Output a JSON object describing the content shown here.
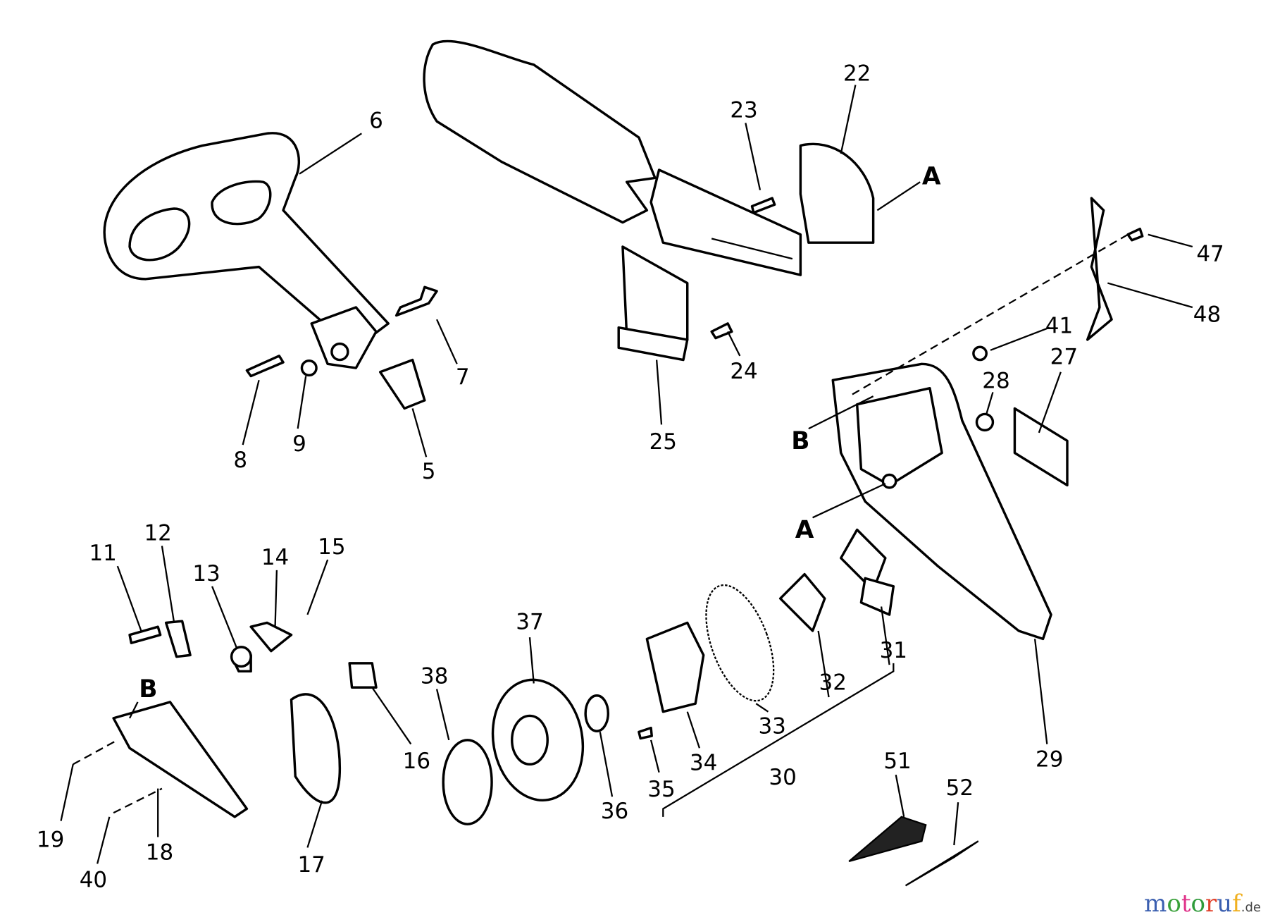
{
  "labels": {
    "p6": "6",
    "p22": "22",
    "p23": "23",
    "A1": "A",
    "p47": "47",
    "p48": "48",
    "p41": "41",
    "p27": "27",
    "p28": "28",
    "B1": "B",
    "A2": "A",
    "p7": "7",
    "p24": "24",
    "p25": "25",
    "p8": "8",
    "p9": "9",
    "p5": "5",
    "p11": "11",
    "p12": "12",
    "p13": "13",
    "p14": "14",
    "p15": "15",
    "p37": "37",
    "p38": "38",
    "p16": "16",
    "p31": "31",
    "p32": "32",
    "p33": "33",
    "p30": "30",
    "p34": "34",
    "p35": "35",
    "p36": "36",
    "p29": "29",
    "p51": "51",
    "p52": "52",
    "B2": "B",
    "p19": "19",
    "p18": "18",
    "p40": "40",
    "p17": "17"
  },
  "watermark": {
    "text": "motoruf",
    "suffix": ".de",
    "colors": [
      "#3b5fb0",
      "#3aa13a",
      "#e0338a",
      "#2f9a3a",
      "#e0402a",
      "#3b5fb0",
      "#f0b020"
    ]
  }
}
